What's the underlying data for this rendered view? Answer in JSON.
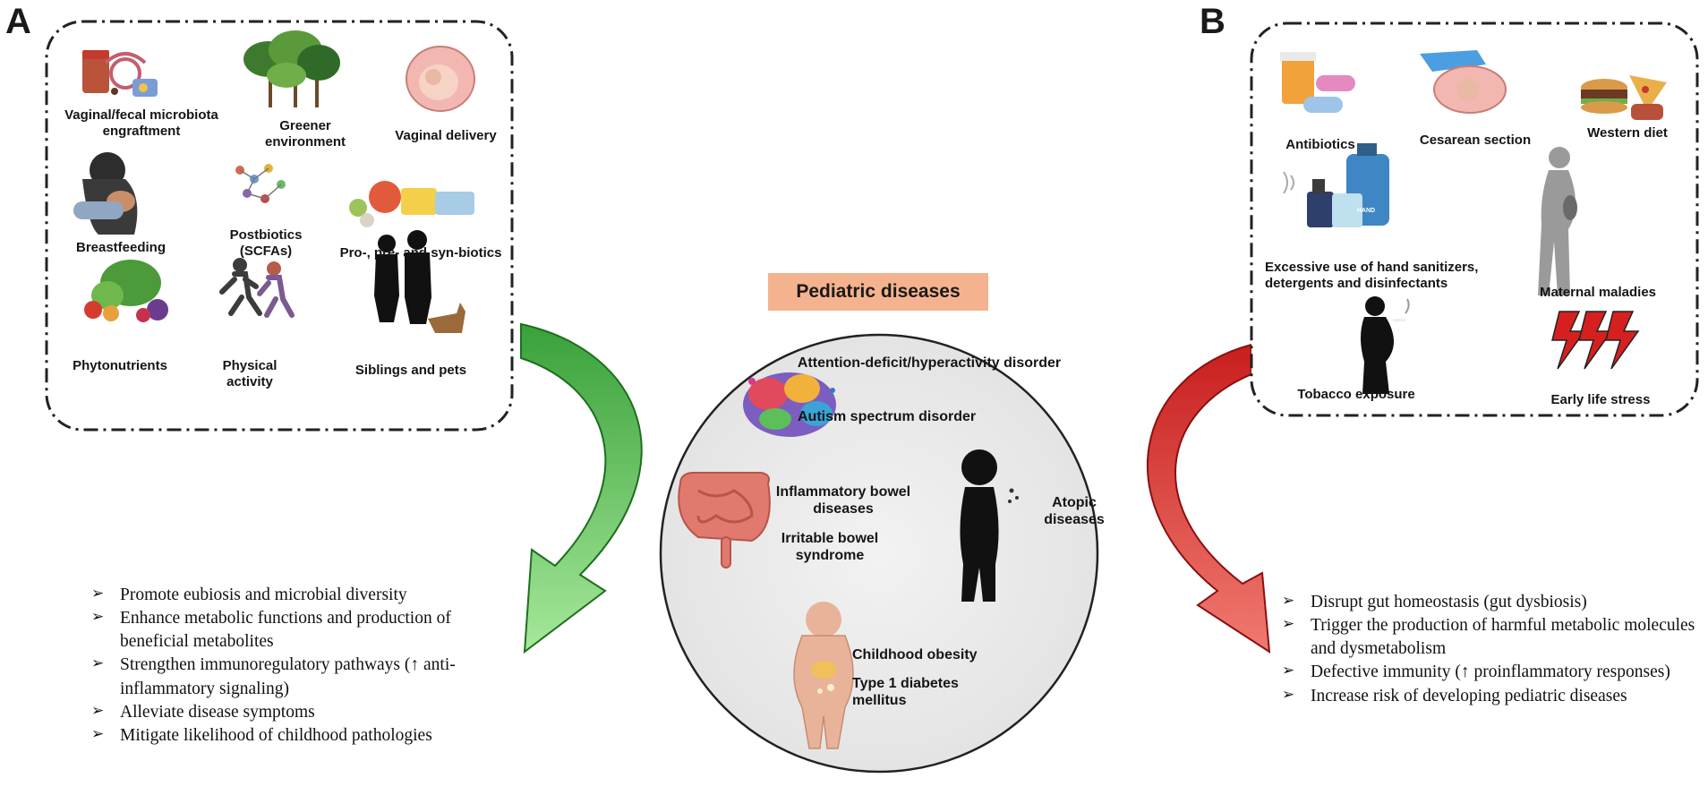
{
  "panels": {
    "a_label": "A",
    "b_label": "B"
  },
  "center": {
    "title": "Pediatric diseases",
    "diseases": {
      "adhd": "Attention-deficit/hyperactivity disorder",
      "asd": "Autism spectrum disorder",
      "ibd": "Inflammatory bowel diseases",
      "ibs": "Irritable bowel syndrome",
      "atopic": "Atopic diseases",
      "obesity": "Childhood obesity",
      "t1d": "Type 1 diabetes mellitus"
    }
  },
  "protective": {
    "factors": {
      "engraftment": "Vaginal/fecal microbiota engraftment",
      "greener": "Greener environment",
      "vaginal_delivery": "Vaginal delivery",
      "breastfeeding": "Breastfeeding",
      "postbiotics": "Postbiotics (SCFAs)",
      "probiotics": "Pro-, pre- and syn-biotics",
      "phytonutrients": "Phytonutrients",
      "physical": "Physical activity",
      "siblings": "Siblings and pets"
    },
    "effects": [
      "Promote eubiosis and microbial diversity",
      "Enhance metabolic functions and production of beneficial metabolites",
      "Strengthen immunoregulatory pathways (↑ anti-inflammatory signaling)",
      "Alleviate disease symptoms",
      "Mitigate likelihood of childhood pathologies"
    ],
    "color": "#5cc65a"
  },
  "risk": {
    "factors": {
      "antibiotics": "Antibiotics",
      "cesarean": "Cesarean section",
      "western": "Western diet",
      "sanitizers": "Excessive use of hand sanitizers, detergents and disinfectants",
      "maternal": "Maternal maladies",
      "tobacco": "Tobacco exposure",
      "stress": "Early life stress"
    },
    "sanitizer_bottle_text": "HAND",
    "effects": [
      "Disrupt gut homeostasis (gut dysbiosis)",
      "Trigger the production of harmful metabolic molecules and dysmetabolism",
      "Defective immunity (↑ proinflammatory responses)",
      "Increase risk of developing pediatric diseases"
    ],
    "color": "#e2413f"
  }
}
